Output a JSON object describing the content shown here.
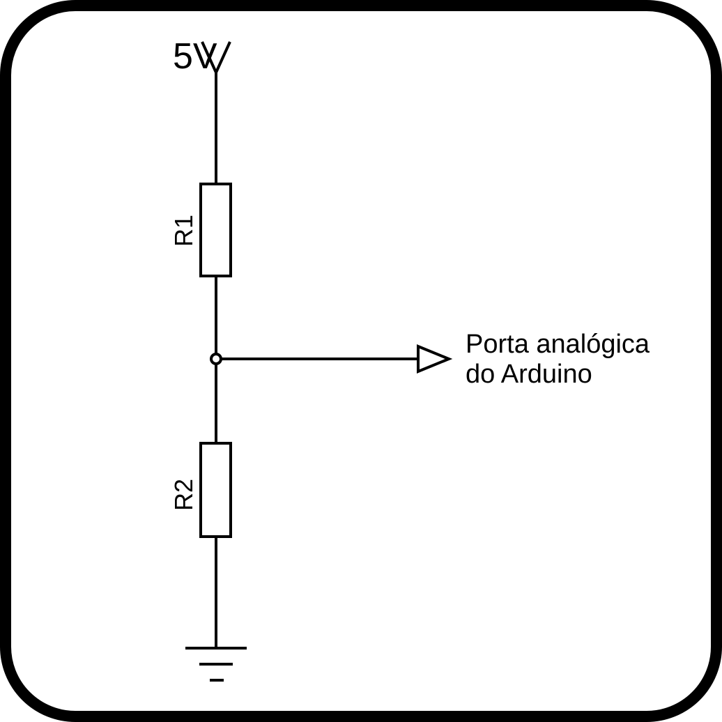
{
  "supply": {
    "label": "5V"
  },
  "resistors": [
    {
      "label": "R1"
    },
    {
      "label": "R2"
    }
  ],
  "output": {
    "line1": "Porta analógica",
    "line2": "do Arduino"
  },
  "colors": {
    "ink": "#000000",
    "background": "#ffffff"
  }
}
